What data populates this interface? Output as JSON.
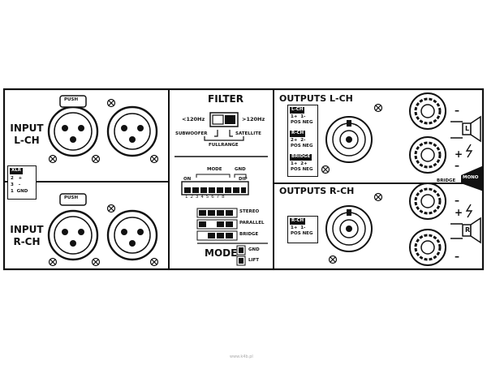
{
  "input_lch": {
    "title_line1": "INPUT",
    "title_line2": "L-CH",
    "push": "PUSH"
  },
  "input_rch": {
    "title_line1": "INPUT",
    "title_line2": "R-CH",
    "push": "PUSH"
  },
  "xlr_legend": {
    "title": "XLR",
    "row1": "2   +",
    "row2": "3   –",
    "row3": "1  GND"
  },
  "filter": {
    "title": "FILTER",
    "left_label": "<120Hz",
    "right_label": ">120Hz",
    "subwoofer": "SUBWOOFER",
    "satellite": "SATELLITE",
    "fullrange": "FULLRANGE"
  },
  "dip": {
    "mode_label": "MODE",
    "gnd_label": "GND",
    "on_label": "ON",
    "dip_label": "DIP",
    "numbers": "1 2 3 4 5 6 7 8",
    "rows": [
      "STEREO",
      "PARALLEL",
      "BRIDGE"
    ],
    "mode_title": "MODE",
    "gnd_rows": [
      "GND",
      "LIFT"
    ]
  },
  "outputs_lch": {
    "title": "OUTPUTS L-CH",
    "lch_tag": "L-CH",
    "lch_pins": "1+  1-",
    "lch_pol": "POS NEG",
    "rch_tag": "R-CH",
    "rch_pins": "2+  2-",
    "rch_pol": "POS NEG",
    "bridge_tag": "BRIDGE",
    "bridge_pins": "1+  2+",
    "bridge_pol": "POS NEG"
  },
  "outputs_rch": {
    "title": "OUTPUTS R-CH",
    "rch_tag": "R-CH",
    "rch_pins": "1+  1-",
    "rch_pol": "POS NEG"
  },
  "bridge_mono": {
    "bridge": "BRIDGE",
    "mono": "MONO"
  },
  "speaker_l": {
    "label": "L"
  },
  "speaker_r": {
    "label": "R"
  },
  "terminals": {
    "plus": "+",
    "minus": "–"
  },
  "watermark": "www.k4b.pl",
  "colors": {
    "line": "#111111",
    "background": "#ffffff",
    "inverted_text": "#ffffff"
  }
}
